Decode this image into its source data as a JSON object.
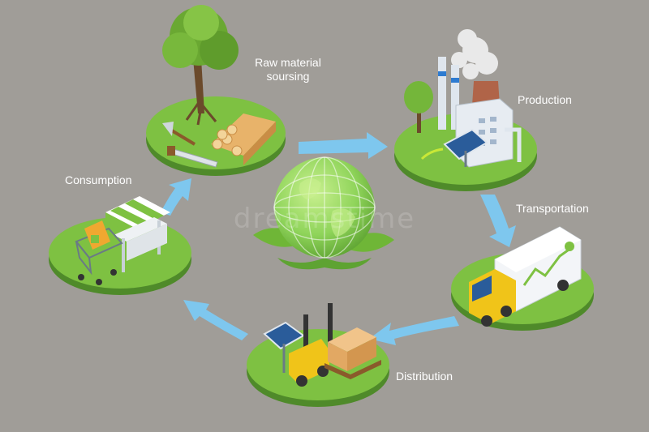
{
  "stages": {
    "raw_material": {
      "label_line1": "Raw material",
      "label_line2": "soursing"
    },
    "production": {
      "label": "Production"
    },
    "transportation": {
      "label": "Transportation"
    },
    "distribution": {
      "label": "Distribution"
    },
    "consumption": {
      "label": "Consumption"
    }
  },
  "watermark": {
    "text": "dreamstime"
  },
  "colors": {
    "background": "#a09d98",
    "platform_top": "#7ec142",
    "platform_side": "#4f8a2a",
    "arrow": "#7ec7ee",
    "globe": "#8fd45a",
    "label": "#ffffff"
  },
  "icons": [
    "tree-icon",
    "lumber-icon",
    "axe-icon",
    "saw-icon",
    "factory-icon",
    "solar-panel-icon",
    "truck-icon",
    "forklift-icon",
    "boxes-icon",
    "shopping-cart-icon",
    "market-stall-icon",
    "globe-icon",
    "leaf-icon"
  ]
}
